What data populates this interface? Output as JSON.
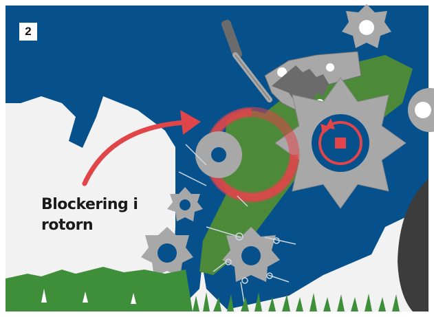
{
  "step_number": "2",
  "callout": {
    "line1": "Blockering i",
    "line2": "rotorn"
  },
  "colors": {
    "background": "#f2f2f2",
    "frame_blue": "#06508c",
    "belt_green": "#4c8a3a",
    "grass_green": "#3f8f3a",
    "gear_gray": "#a8a8a8",
    "highlight_red": "#e0454a",
    "tire_dark": "#3c3c3c"
  },
  "icons": {
    "rotation": "rotation-arrow-icon",
    "blockage": "blockage-ring-icon"
  }
}
